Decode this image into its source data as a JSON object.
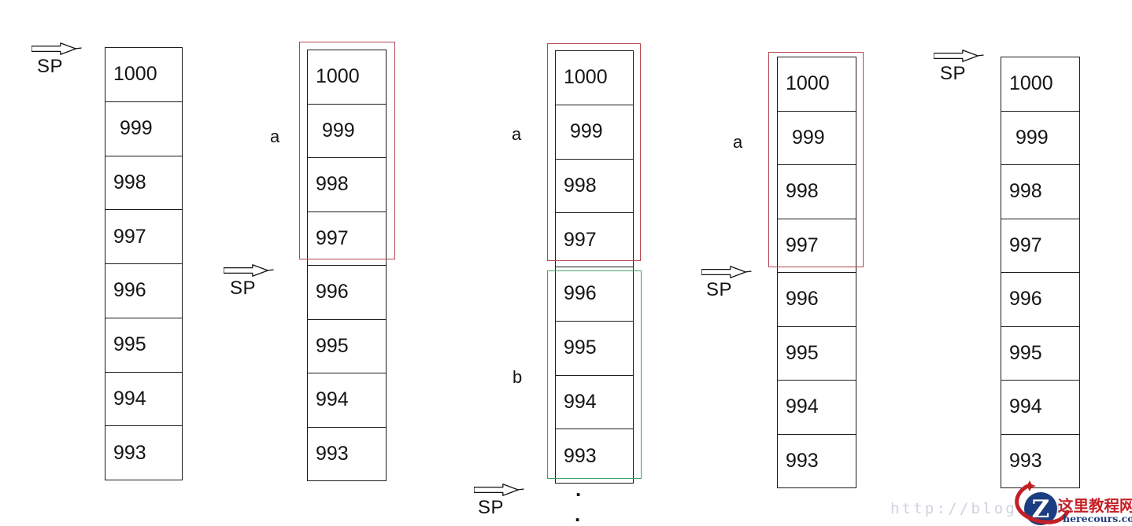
{
  "labels": {
    "stack_pointer": "SP",
    "region_a": "a",
    "region_b": "b",
    "continuation_dot": "."
  },
  "stacks": [
    {
      "name": "stack-state-1",
      "cells": [
        "1000",
        "999",
        "998",
        "997",
        "996",
        "995",
        "994",
        "993"
      ]
    },
    {
      "name": "stack-state-2",
      "cells": [
        "1000",
        "999",
        "998",
        "997",
        "996",
        "995",
        "994",
        "993"
      ]
    },
    {
      "name": "stack-state-3",
      "cells": [
        "1000",
        "999",
        "998",
        "997",
        "996",
        "995",
        "994",
        "993"
      ]
    },
    {
      "name": "stack-state-4",
      "cells": [
        "1000",
        "999",
        "998",
        "997",
        "996",
        "995",
        "994",
        "993"
      ]
    },
    {
      "name": "stack-state-5",
      "cells": [
        "1000",
        "999",
        "998",
        "997",
        "996",
        "995",
        "994",
        "993"
      ]
    }
  ],
  "watermark": {
    "text": "http://blog.csdn"
  },
  "logo": {
    "monogram": "Z",
    "site_name": "这里教程网",
    "site_domain": "herecours.com"
  },
  "colors": {
    "cell_border": "#1b1b1b",
    "frame_a_red": "#b5464e",
    "frame_b_green": "#3da169",
    "watermark_text": "#cfd3de",
    "logo_navy": "#1c3d80",
    "logo_red": "#c41f25"
  }
}
